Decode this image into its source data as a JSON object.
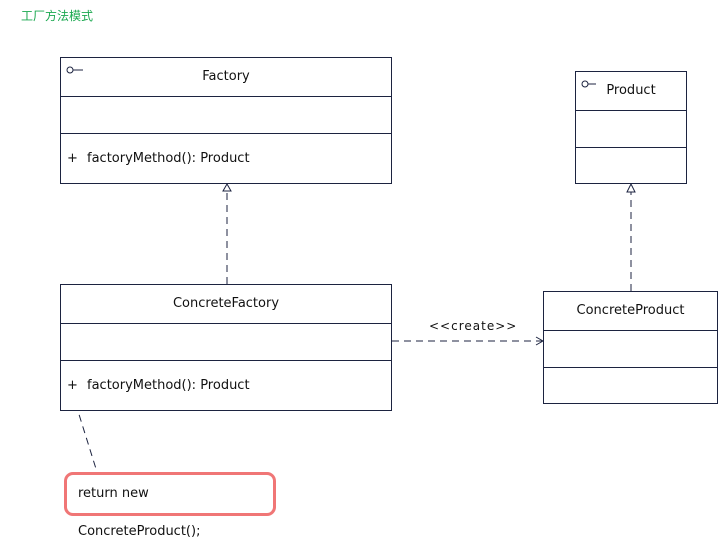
{
  "title": "工厂方法模式",
  "classes": {
    "factory": {
      "name": "Factory",
      "op_visibility": "+",
      "operation": "factoryMethod(): Product"
    },
    "product": {
      "name": "Product"
    },
    "concrete_factory": {
      "name": "ConcreteFactory",
      "op_visibility": "+",
      "operation": "factoryMethod(): Product"
    },
    "concrete_product": {
      "name": "ConcreteProduct"
    }
  },
  "relations": {
    "create_stereotype": "<<create>>"
  },
  "note": {
    "text": "return new ConcreteProduct();"
  },
  "colors": {
    "title": "#1aa84f",
    "border": "#1c2340",
    "note_border": "#f07676"
  }
}
